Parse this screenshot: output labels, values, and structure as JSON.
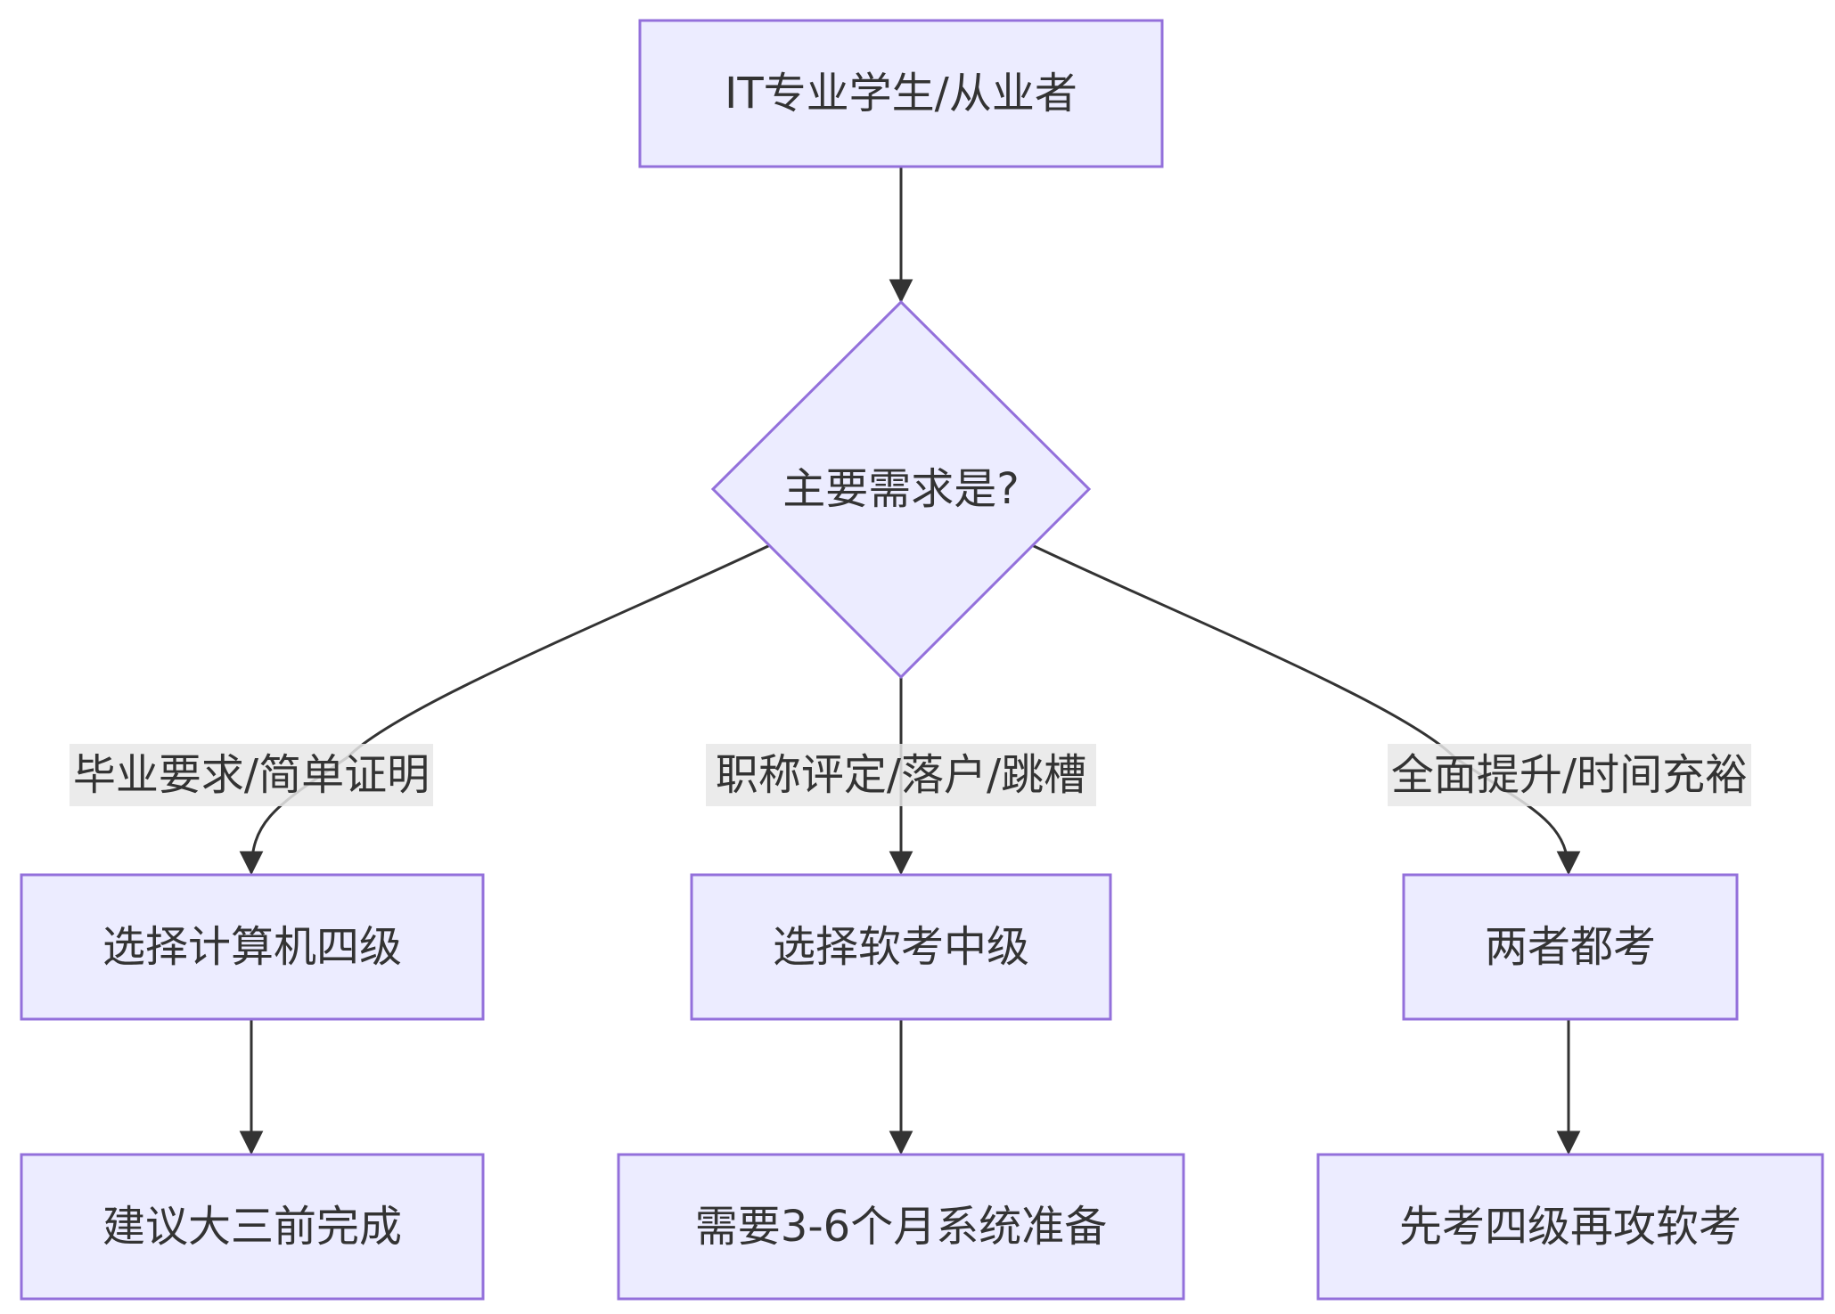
{
  "nodes": {
    "start": "IT专业学生/从业者",
    "decision": "主要需求是?",
    "level4": "选择计算机四级",
    "level4_advice": "建议大三前完成",
    "ruankao": "选择软考中级",
    "ruankao_advice": "需要3-6个月系统准备",
    "both": "两者都考",
    "both_advice": "先考四级再攻软考"
  },
  "edge_labels": {
    "left": "毕业要求/简单证明",
    "middle": "职称评定/落户/跳槽",
    "right": "全面提升/时间充裕"
  },
  "colors": {
    "node_fill": "#ECECFF",
    "node_stroke": "#9370DB",
    "edge": "#333333",
    "label_bg": "#E8E8E8",
    "text": "#333333"
  }
}
